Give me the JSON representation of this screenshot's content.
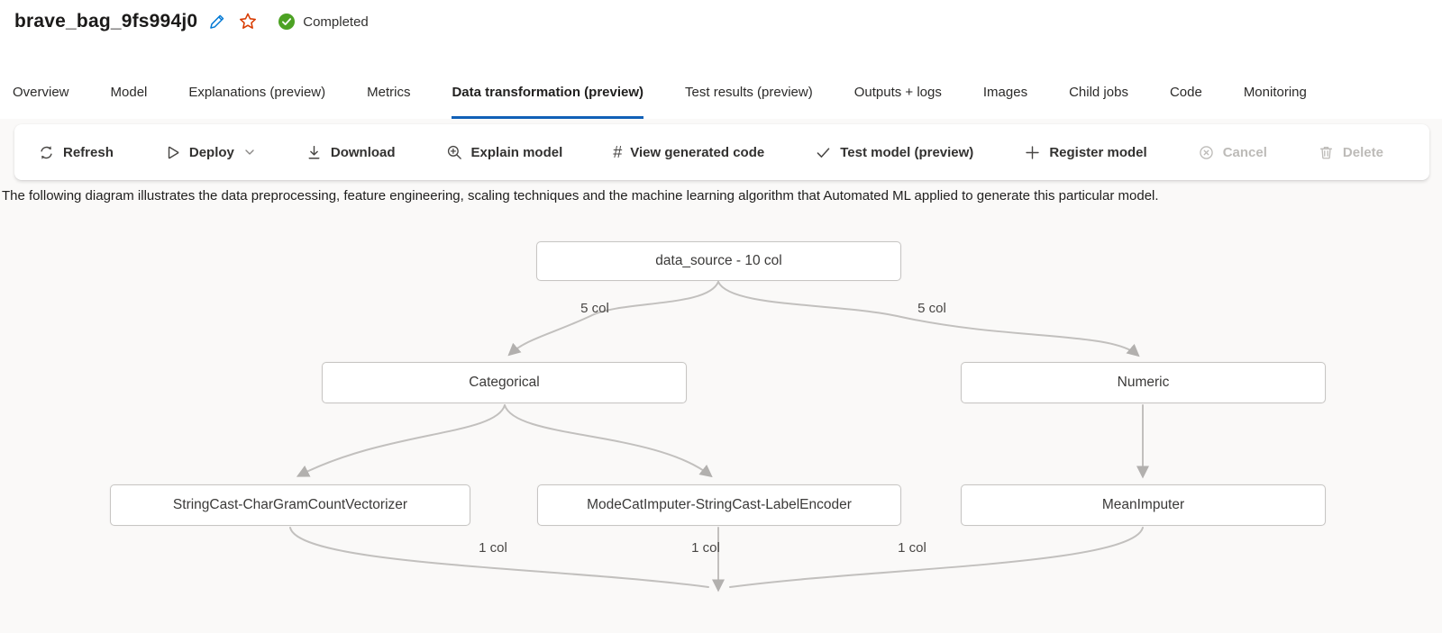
{
  "header": {
    "title": "brave_bag_9fs994j0",
    "status_label": "Completed"
  },
  "tabs": [
    {
      "label": "Overview",
      "active": false
    },
    {
      "label": "Model",
      "active": false
    },
    {
      "label": "Explanations (preview)",
      "active": false
    },
    {
      "label": "Metrics",
      "active": false
    },
    {
      "label": "Data transformation (preview)",
      "active": true
    },
    {
      "label": "Test results (preview)",
      "active": false
    },
    {
      "label": "Outputs + logs",
      "active": false
    },
    {
      "label": "Images",
      "active": false
    },
    {
      "label": "Child jobs",
      "active": false
    },
    {
      "label": "Code",
      "active": false
    },
    {
      "label": "Monitoring",
      "active": false
    }
  ],
  "toolbar": {
    "refresh": "Refresh",
    "deploy": "Deploy",
    "download": "Download",
    "explain_model": "Explain model",
    "view_generated_code": "View generated code",
    "test_model": "Test model (preview)",
    "register_model": "Register model",
    "cancel": "Cancel",
    "delete": "Delete"
  },
  "icons": {
    "hash_glyph": "#"
  },
  "description": "The following diagram illustrates the data preprocessing, feature engineering, scaling techniques and the machine learning algorithm that Automated ML applied to generate this particular model.",
  "diagram": {
    "nodes": [
      {
        "id": "data_source",
        "label": "data_source - 10 col"
      },
      {
        "id": "categorical",
        "label": "Categorical"
      },
      {
        "id": "numeric",
        "label": "Numeric"
      },
      {
        "id": "stringcast_vectorizer",
        "label": "StringCast-CharGramCountVectorizer"
      },
      {
        "id": "modecat_labelencoder",
        "label": "ModeCatImputer-StringCast-LabelEncoder"
      },
      {
        "id": "mean_imputer",
        "label": "MeanImputer"
      }
    ],
    "edges": [
      {
        "from": "data_source",
        "to": "categorical",
        "label": "5 col"
      },
      {
        "from": "data_source",
        "to": "numeric",
        "label": "5 col"
      },
      {
        "from": "categorical",
        "to": "stringcast_vectorizer",
        "label": ""
      },
      {
        "from": "categorical",
        "to": "modecat_labelencoder",
        "label": ""
      },
      {
        "from": "numeric",
        "to": "mean_imputer",
        "label": ""
      },
      {
        "from": "stringcast_vectorizer",
        "to": "merge",
        "label": "1 col"
      },
      {
        "from": "modecat_labelencoder",
        "to": "merge",
        "label": "1 col"
      },
      {
        "from": "mean_imputer",
        "to": "merge",
        "label": "1 col"
      }
    ]
  },
  "colors": {
    "accent_blue": "#1160b7",
    "edit_icon_blue": "#0078d4",
    "star_orange": "#d83b01",
    "success_green": "#4ca223",
    "edge_gray": "#c2c0be",
    "content_bg": "#faf9f8"
  }
}
